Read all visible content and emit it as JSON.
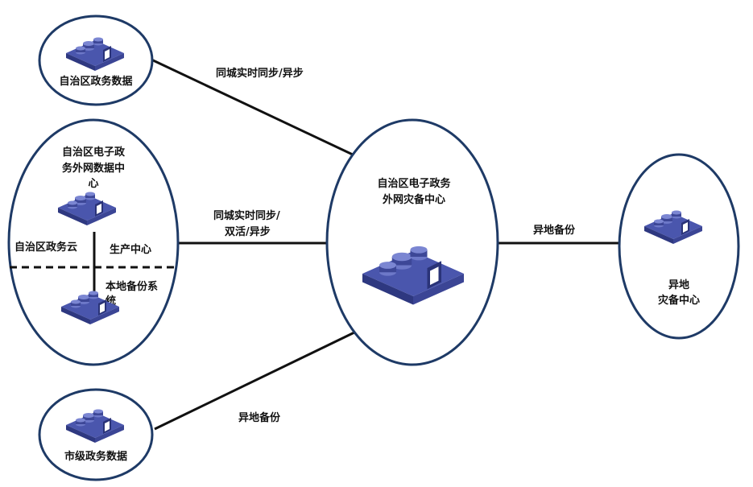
{
  "nodes": {
    "region_gov": {
      "label": "自治区政务数据"
    },
    "main_dc": {
      "label_lines": [
        "自治区电子政",
        "务外网数据中",
        "心"
      ]
    },
    "region_cloud": {
      "label": "自治区政务云"
    },
    "production": {
      "label": "生产中心"
    },
    "local_backup": {
      "label_lines": [
        "本地备份系",
        "统"
      ]
    },
    "city_gov": {
      "label": "市级政务数据"
    },
    "dr_center": {
      "label_lines": [
        "自治区电子政务",
        "外网灾备中心"
      ]
    },
    "remote_dr": {
      "label_lines": [
        "异地",
        "灾备中心"
      ]
    }
  },
  "links": {
    "top": {
      "label": "同城实时同步/异步"
    },
    "middle": {
      "label_lines": [
        "同城实时同步/",
        "双活/异步"
      ]
    },
    "bottom": {
      "label": "异地备份"
    },
    "right": {
      "label": "异地备份"
    }
  },
  "colors": {
    "node_border": "#1e3a66",
    "device_fill": "#5563b8",
    "line": "#111111"
  }
}
